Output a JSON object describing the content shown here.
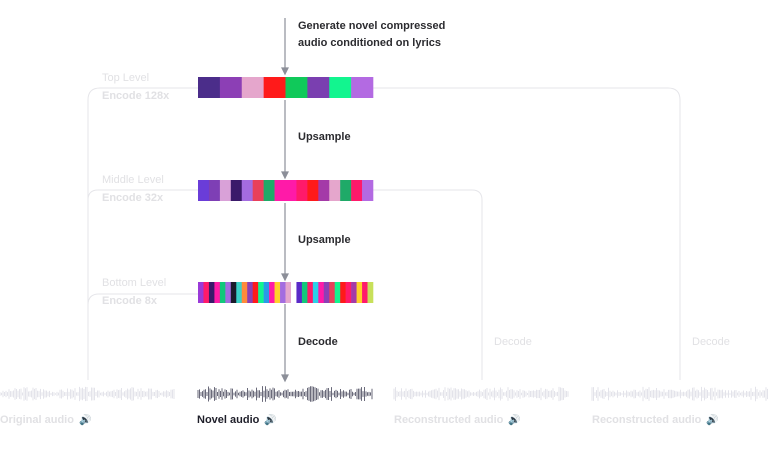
{
  "top_annotation": {
    "line1": "Generate novel compressed",
    "line2": "audio conditioned on lyrics"
  },
  "levels": [
    {
      "name": "Top Level",
      "encode": "Encode 128x",
      "colors": [
        "#4b2d8a",
        "#8c3fb5",
        "#e5a6cc",
        "#ff1a1a",
        "#10c95a",
        "#7a3fb0",
        "#12f58f",
        "#b36ae2"
      ]
    },
    {
      "name": "Middle Level",
      "encode": "Encode 32x",
      "colors": [
        "#6a3dd8",
        "#7e3fb5",
        "#d9a1d8",
        "#3a1a6a",
        "#a36ce0",
        "#e8405a",
        "#1faa68",
        "#ff1aa8",
        "#ff1aa8",
        "#ff1a6a",
        "#ff1a1a",
        "#a43aa8",
        "#e5a6cc",
        "#1faa68",
        "#ff1a6a",
        "#b36ae2"
      ]
    },
    {
      "name": "Bottom Level",
      "encode": "Encode 8x",
      "colors": [
        "#9a3ad8",
        "#ff1a6a",
        "#3a1a6a",
        "#ff1aa8",
        "#12c87a",
        "#a36ce0",
        "#1a1a2a",
        "#3ad1c8",
        "#ff8a3a",
        "#8c3fb5",
        "#ff1a1a",
        "#12f58f",
        "#2a9ae8",
        "#ff1aa8",
        "#ffd02a",
        "#a36ce0",
        "#e5a6cc",
        "#ffffff",
        "#5a2ac8",
        "#12c87a",
        "#ff1a6a",
        "#2ad1e8",
        "#ff1aa8",
        "#8c3fb5",
        "#e8405a",
        "#12f58f",
        "#ff1a1a",
        "#ff1a6a",
        "#a43aa8",
        "#ffd02a",
        "#ff1a6a",
        "#c8e05a"
      ]
    }
  ],
  "steps": {
    "upsample1": "Upsample",
    "upsample2": "Upsample",
    "decode_main": "Decode",
    "decode_middle": "Decode",
    "decode_top": "Decode"
  },
  "captions": {
    "original": "Original audio",
    "novel": "Novel audio",
    "recon1": "Reconstructed audio",
    "recon2": "Reconstructed audio",
    "speaker_icon": "speaker-icon",
    "speaker_glyph": "🔊"
  },
  "colors": {
    "arrow": "#8c8f99",
    "faint_line": "#e6e6ea",
    "faint_text": "#e1e1e4",
    "wave_dark": "#6a6a7a",
    "wave_faint": "#e3e3ea"
  }
}
